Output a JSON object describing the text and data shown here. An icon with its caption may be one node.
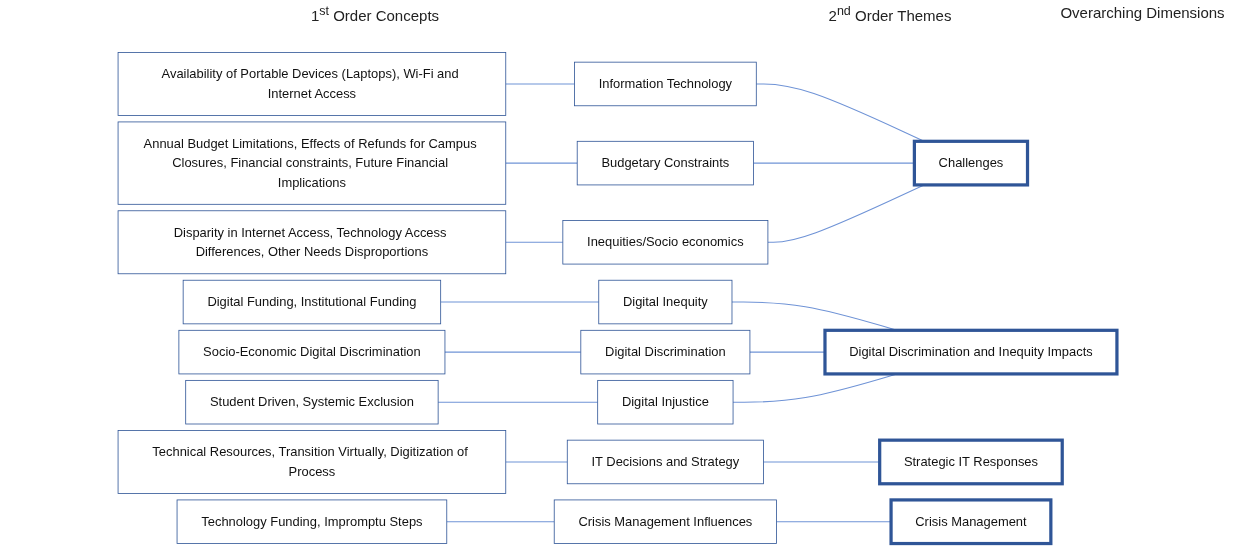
{
  "diagram": {
    "nodes": [
      {
        "text": [
          "Availability of Portable Devices (Laptops), Wi-Fi and Internet Access"
        ]
      },
      {
        "text": [
          "Information Technology"
        ]
      },
      {
        "text": [
          "Challenges"
        ]
      },
      {
        "text": [
          "Annual Budget Limitations, Effects of Refunds for Campus Closures, Financial constraints, Future Financial Implications"
        ]
      },
      {
        "text": [
          "Budgetary Constraints"
        ]
      },
      {
        "text": [
          "Disparity in Internet Access, Technology Access Differences, Other Needs Disproportions"
        ]
      },
      {
        "text": [
          "Inequities/Socio economics"
        ]
      },
      {
        "text": [
          "Digital Funding, Institutional Funding"
        ]
      },
      {
        "text": [
          "Digital Inequity"
        ]
      },
      {
        "text": [
          "Digital Discrimination and Inequity Impacts"
        ]
      },
      {
        "text": [
          "Socio-Economic Digital Discrimination"
        ]
      },
      {
        "text": [
          "Digital Discrimination"
        ]
      },
      {
        "text": [
          "Student Driven, Systemic Exclusion"
        ]
      },
      {
        "text": [
          "Digital Injustice"
        ]
      },
      {
        "text": [
          "Technical Resources, Transition Virtually, Digitization of Process"
        ]
      },
      {
        "text": [
          "IT Decisions and Strategy"
        ]
      },
      {
        "text": [
          "Strategic IT Responses"
        ]
      },
      {
        "text": [
          "Technology Funding, Impromptu Steps"
        ]
      },
      {
        "text": [
          "Crisis Management Influences"
        ]
      },
      {
        "text": [
          "Crisis Management"
        ]
      }
    ],
    "edges": [
      {
        "from": 0,
        "to": 1,
        "arrow": "none"
      },
      {
        "from": 1,
        "to": 2,
        "arrow": "none"
      },
      {
        "from": 3,
        "to": 4,
        "arrow": "none"
      },
      {
        "from": 4,
        "to": 2,
        "arrow": "none"
      },
      {
        "from": 5,
        "to": 6,
        "arrow": "none"
      },
      {
        "from": 6,
        "to": 2,
        "arrow": "none"
      },
      {
        "from": 7,
        "to": 8,
        "arrow": "none"
      },
      {
        "from": 8,
        "to": 9,
        "arrow": "none"
      },
      {
        "from": 10,
        "to": 11,
        "arrow": "none"
      },
      {
        "from": 11,
        "to": 9,
        "arrow": "none"
      },
      {
        "from": 12,
        "to": 13,
        "arrow": "none"
      },
      {
        "from": 13,
        "to": 9,
        "arrow": "none"
      },
      {
        "from": 14,
        "to": 15,
        "arrow": "none"
      },
      {
        "from": 15,
        "to": 16,
        "arrow": "none"
      },
      {
        "from": 17,
        "to": 18,
        "arrow": "none"
      },
      {
        "from": 18,
        "to": 19,
        "arrow": "none"
      }
    ],
    "labels": [
      "1$^{st}$ Order Concepts",
      "2$^{nd}$ Order Themes",
      "Overarching Dimensions"
    ]
  }
}
